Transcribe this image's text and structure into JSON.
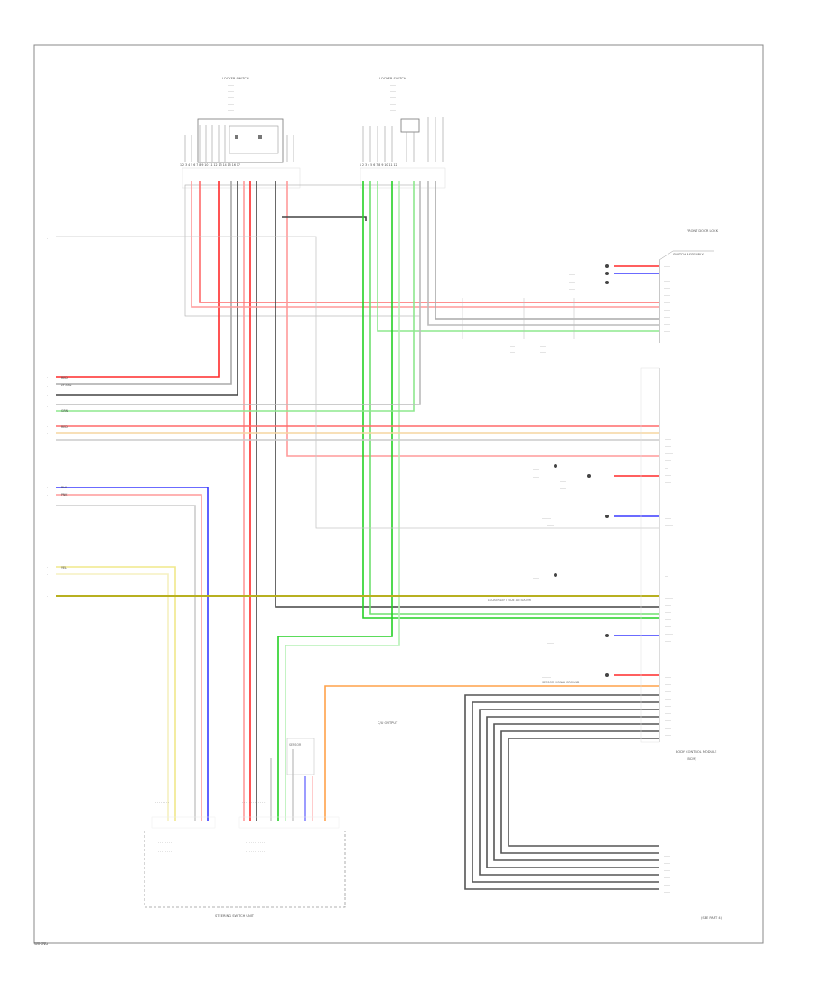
{
  "top_components": {
    "left_switch_name": "LOCKER SWITCH",
    "right_switch_name": "LOCKER SWITCH"
  },
  "right_panel": {
    "top_title": "FRONT DOOR LOCK",
    "top_unit": "SWITCH ASSEMBLY",
    "control_unit_name": "BODY CONTROL MODULE",
    "control_unit_sub": "(BCM)",
    "connection_note": "LOCKER LEFT SIDE ACTUATOR",
    "sensor_note": "SENSOR SIGNAL GROUND"
  },
  "center_labels": {
    "mid_label": "C/U OUTPUT",
    "center_box_label": "SENSOR"
  },
  "bottom": {
    "left_unit_name": "STEERING SWITCH UNIT",
    "page_ref": "(SEE PART 4)"
  },
  "left_signal_tags": [
    "RED",
    "LT GRN",
    "BLU",
    "GRN",
    "YEL",
    "PNK",
    "RED"
  ],
  "wire_colors": {
    "red": "#ff2a2a",
    "pink": "#ff9a9a",
    "green": "#25d125",
    "light_green": "#8ee88e",
    "blue": "#3a3aff",
    "yellow": "#e8e030",
    "orange": "#ffa24a",
    "dark": "#444444",
    "gray": "#9a9a9a"
  },
  "footer_text": "WIRING"
}
